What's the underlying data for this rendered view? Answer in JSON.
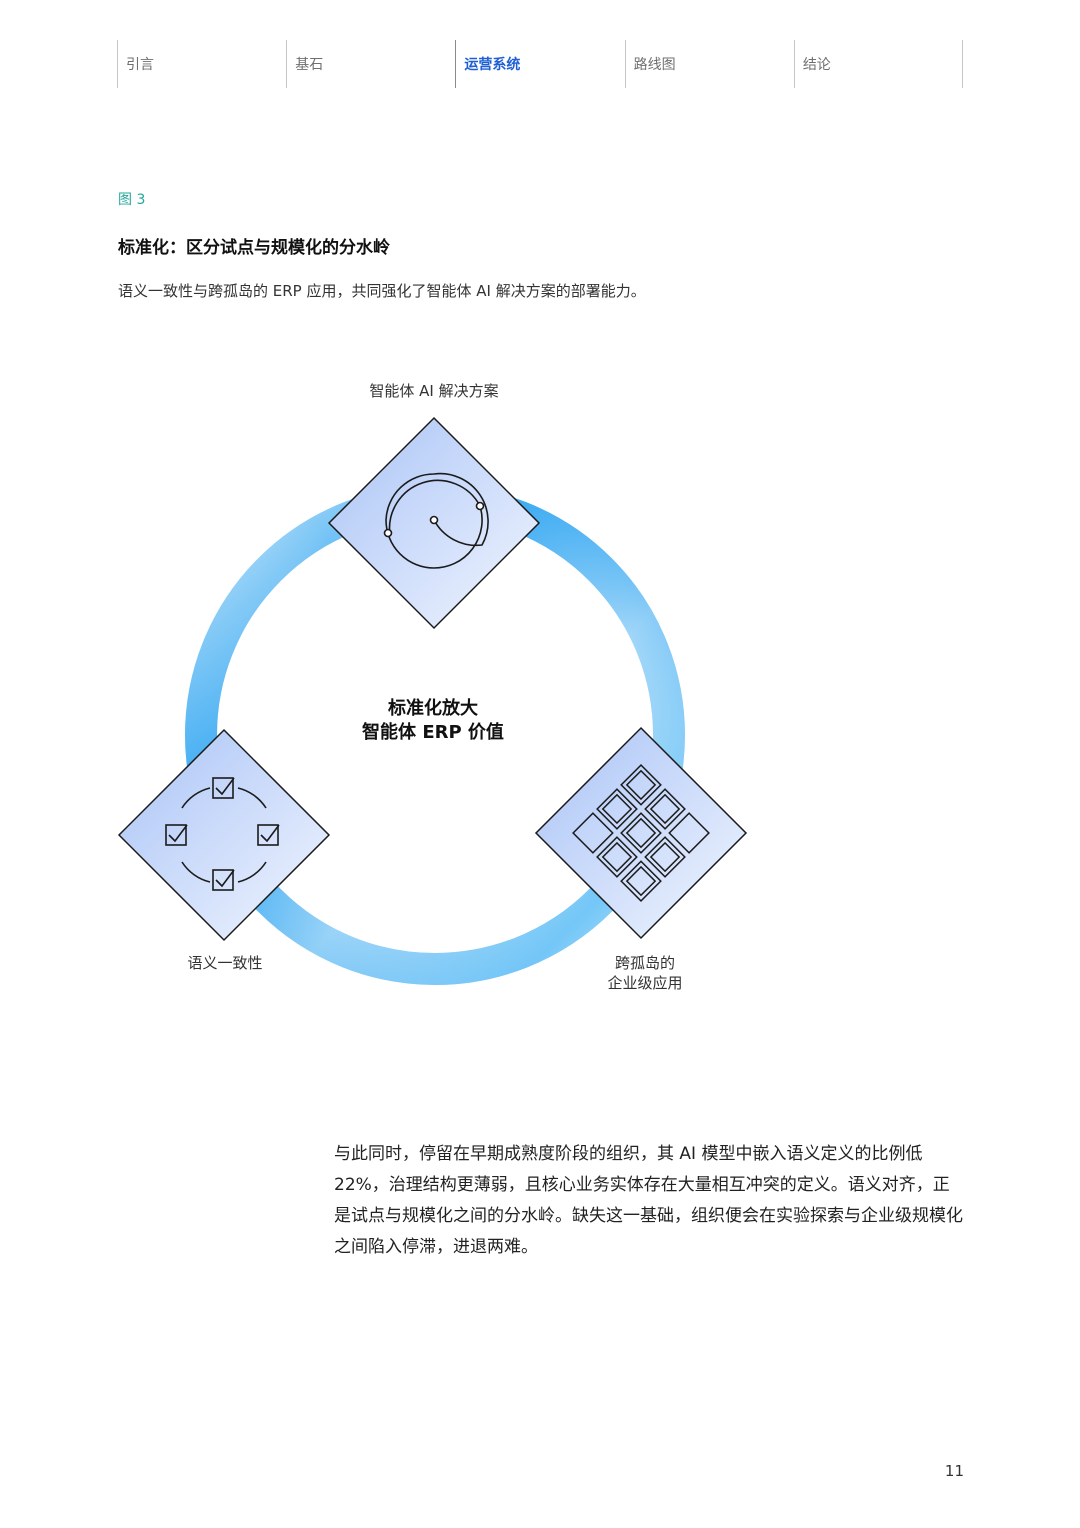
{
  "nav": {
    "items": [
      {
        "label": "引言"
      },
      {
        "label": "基石"
      },
      {
        "label": "运营系统",
        "active": true
      },
      {
        "label": "路线图"
      },
      {
        "label": "结论"
      }
    ],
    "active_color": "#1f5fd6"
  },
  "figure": {
    "label": "图 3",
    "title": "标准化：区分试点与规模化的分水岭",
    "subtitle": "语义一致性与跨孤岛的 ERP 应用，共同强化了智能体 AI 解决方案的部署能力。",
    "center_line1": "标准化放大",
    "center_line2": "智能体 ERP 价值",
    "nodes": {
      "top": {
        "label": "智能体 AI 解决方案",
        "icon": "flow-arrows-icon"
      },
      "left": {
        "label": "语义一致性",
        "icon": "checklist-cycle-icon"
      },
      "right": {
        "line1": "跨孤岛的",
        "line2": "企业级应用",
        "icon": "interlocking-grid-icon"
      }
    },
    "colors": {
      "ring_light": "#cfeafb",
      "ring_dark": "#1a9cf0",
      "diamond_light": "#eaf2ff",
      "diamond_dark": "#a9c3f6"
    }
  },
  "body": {
    "paragraph": "与此同时，停留在早期成熟度阶段的组织，其 AI 模型中嵌入语义定义的比例低 22%，治理结构更薄弱，且核心业务实体存在大量相互冲突的定义。语义对齐，正是试点与规模化之间的分水岭。缺失这一基础，组织便会在实验探索与企业级规模化之间陷入停滞，进退两难。"
  },
  "page_number": "11"
}
